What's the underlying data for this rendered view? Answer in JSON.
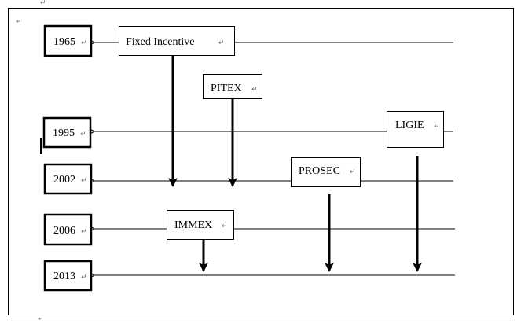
{
  "years": [
    {
      "label": "1965"
    },
    {
      "label": "1995"
    },
    {
      "label": "2002"
    },
    {
      "label": "2006"
    },
    {
      "label": "2013"
    }
  ],
  "programs": [
    {
      "label": "Fixed Incentive"
    },
    {
      "label": "PITEX"
    },
    {
      "label": "LIGIE"
    },
    {
      "label": "PROSEC"
    },
    {
      "label": "IMMEX"
    }
  ],
  "mark": "↵"
}
